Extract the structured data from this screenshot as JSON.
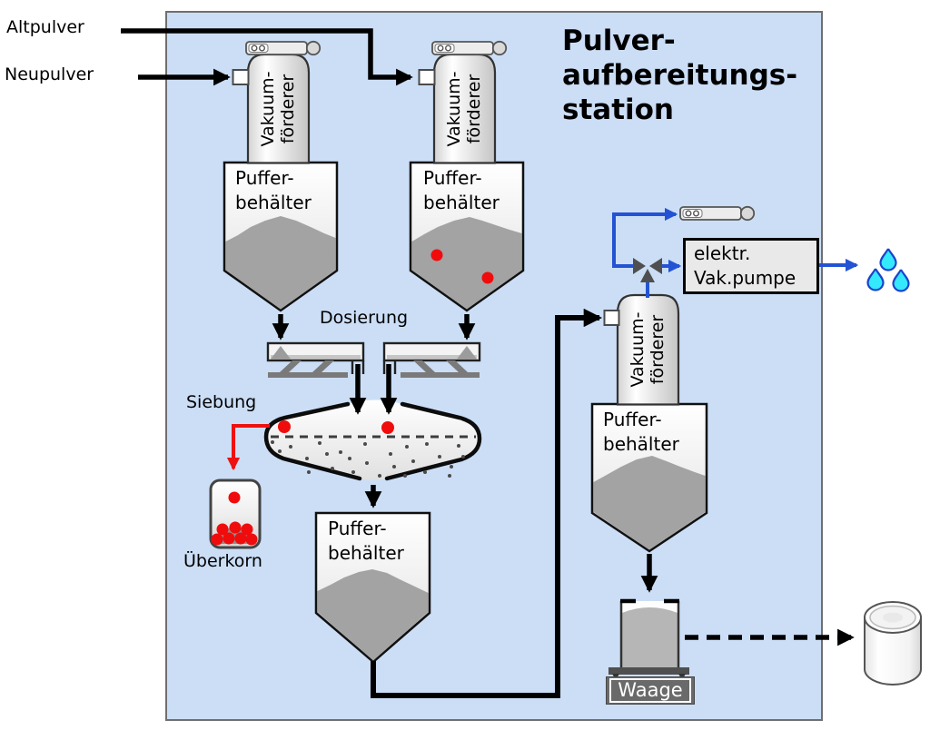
{
  "title": {
    "line1": "Pulver-",
    "line2": "aufbereitungs-",
    "line3": "station"
  },
  "inputs": {
    "old_powder": "Altpulver",
    "new_powder": "Neupulver"
  },
  "labels": {
    "vacuum_conveyor": {
      "line1": "Vakuum-",
      "line2": "förderer"
    },
    "buffer_container": {
      "line1": "Puffer-",
      "line2": "behälter"
    },
    "dosing": "Dosierung",
    "sieving": "Siebung",
    "oversize": "Überkorn",
    "vacuum_pump": {
      "line1": "elektr.",
      "line2": "Vak.pumpe"
    },
    "scale": "Waage"
  },
  "colors": {
    "panel_background": "#cbdef6",
    "flow_line": "#000000",
    "vacuum_air_line": "#2353d4",
    "reject_line": "#ee1111",
    "powder_fill": "#a3a3a3",
    "droplet_fill": "#35e9fd"
  }
}
